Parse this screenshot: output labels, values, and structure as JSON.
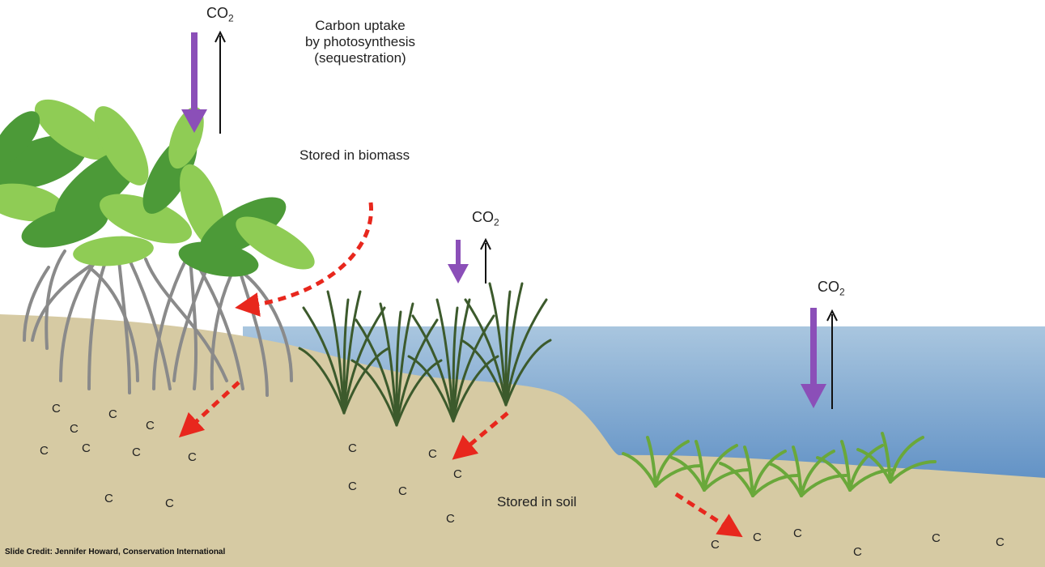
{
  "labels": {
    "uptake": [
      "Carbon uptake",
      "by photosynthesis",
      "(sequestration)"
    ],
    "biomass": "Stored in biomass",
    "soil": "Stored in soil",
    "co2_main": "CO",
    "co2_sub": "2"
  },
  "carbon_symbol": "C",
  "credit": "Slide Credit: Jennifer Howard, Conservation International",
  "colors": {
    "sediment": "#d6caa3",
    "water_top": "#a9c6df",
    "water_bottom": "#5e8fc4",
    "leaf_dark": "#4c9a38",
    "leaf_light": "#8fcc55",
    "root": "#8a8a8a",
    "grass": "#3c5a2c",
    "seagrass": "#6aa83a",
    "uptake_arrow": "#8b4fb8",
    "release_arrow": "#111111",
    "transfer_arrow": "#e8271d"
  }
}
